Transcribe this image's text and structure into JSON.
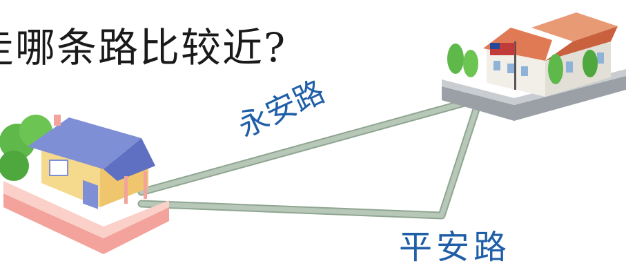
{
  "question": "走哪条路比较近?",
  "roads": {
    "upper_label": "永安路",
    "lower_label": "平安路"
  },
  "colors": {
    "road": "#aabdab",
    "road_edge": "#8fa591",
    "label": "#1f5fa8",
    "text": "#1a1a1a",
    "house_wall": "#f5d98c",
    "house_roof": "#7f8fd6",
    "fence": "#f3a39c",
    "tree": "#5fb84a",
    "school_roof": "#e07a55"
  }
}
